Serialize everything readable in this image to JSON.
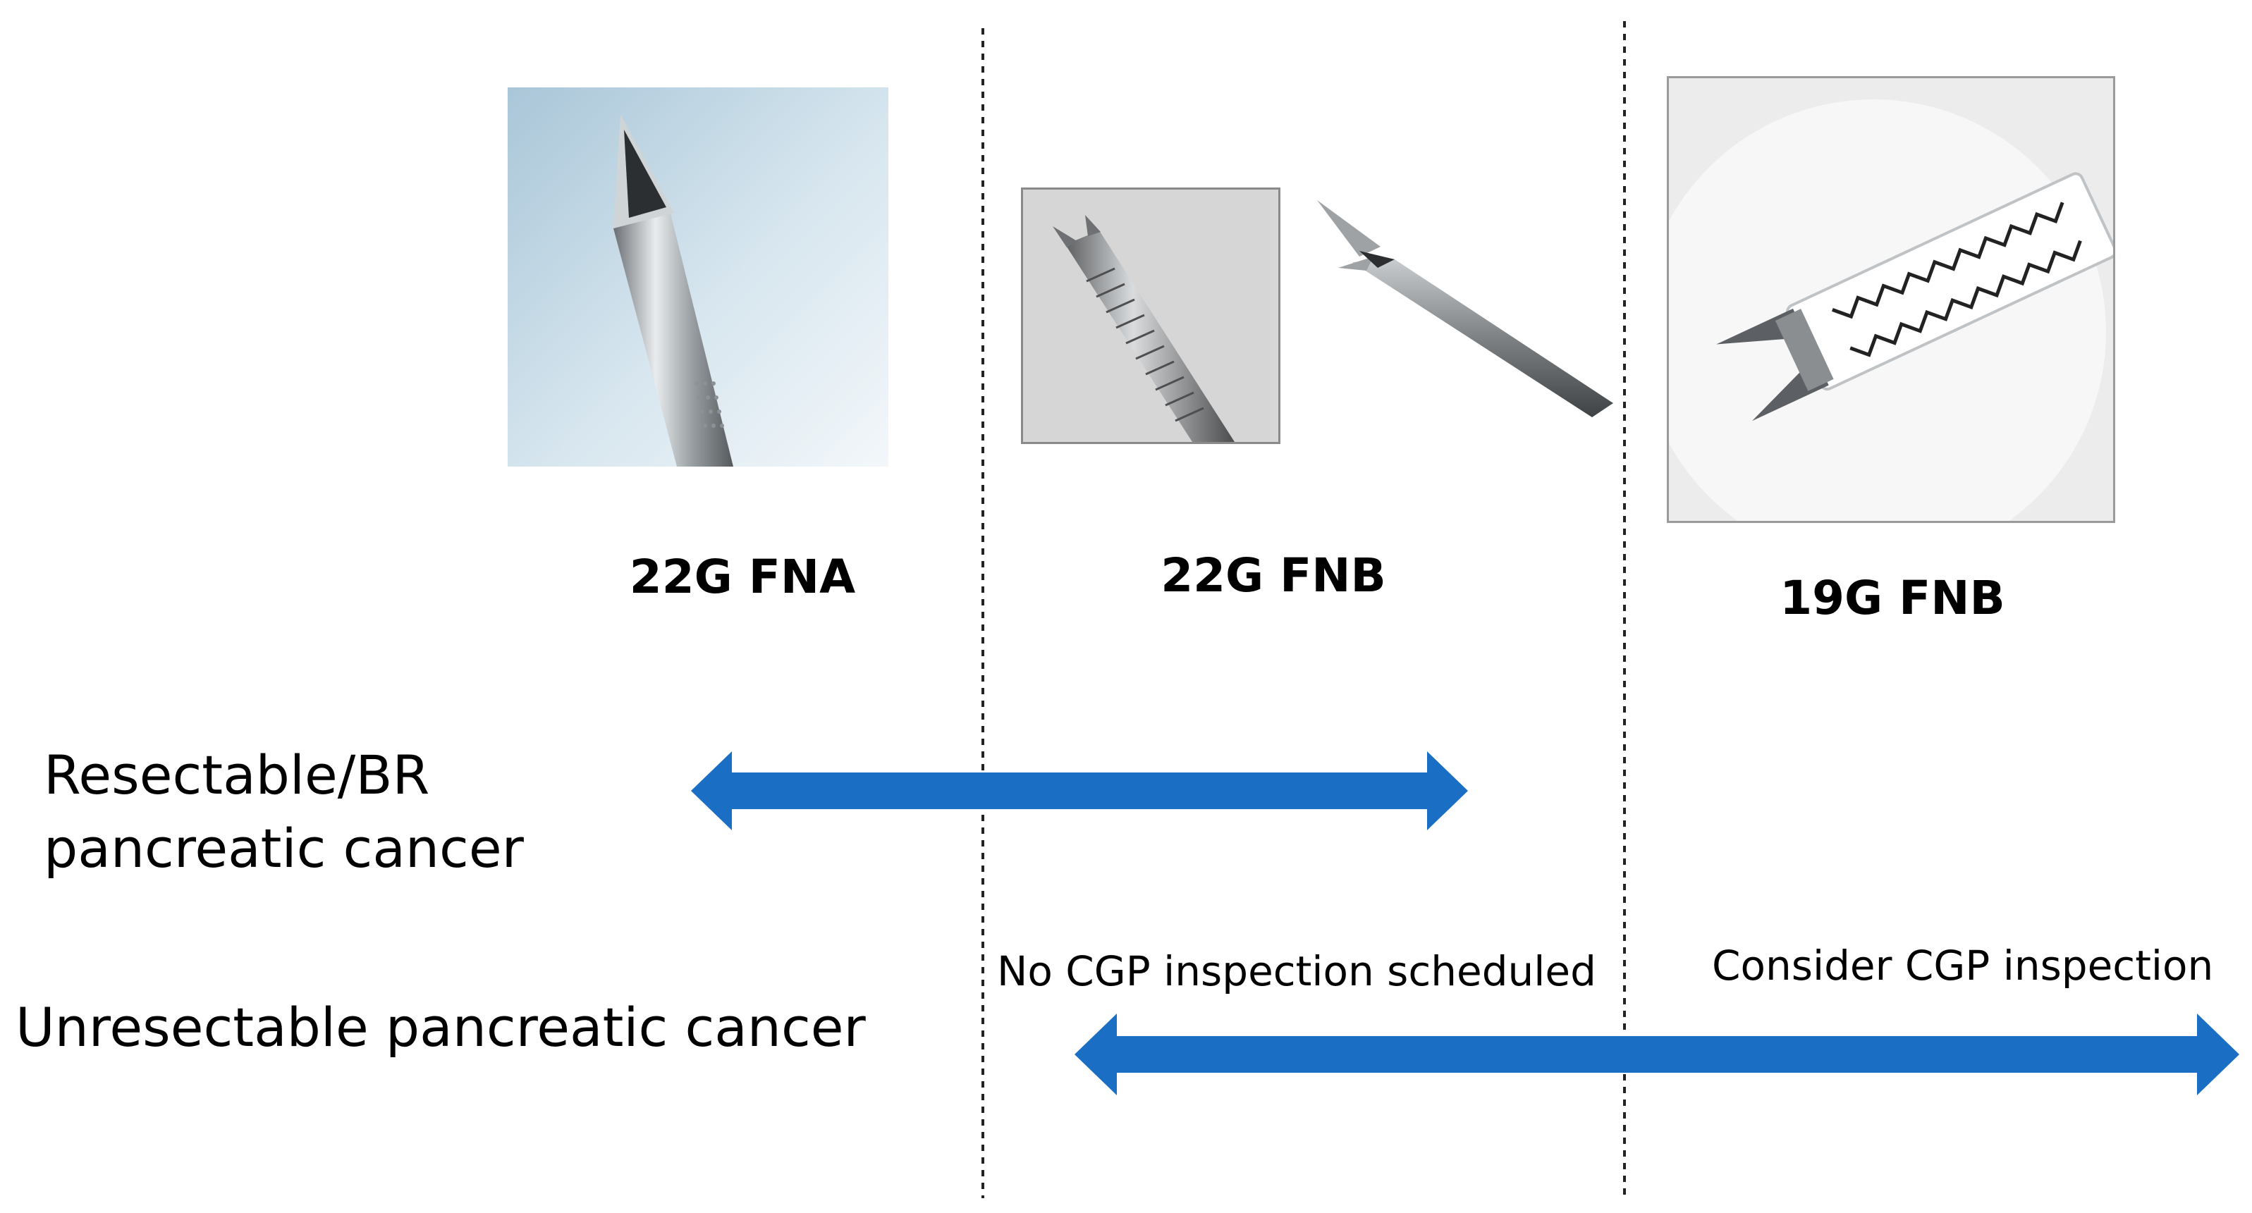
{
  "needles": [
    {
      "label": "22G FNA"
    },
    {
      "label": "22G FNB"
    },
    {
      "label": "19G FNB"
    }
  ],
  "rows": [
    {
      "label_line1": "Resectable/BR",
      "label_line2": "pancreatic cancer"
    },
    {
      "label": "Unresectable pancreatic cancer"
    }
  ],
  "notes": {
    "no_cgp": "No CGP inspection scheduled",
    "consider_cgp": "Consider CGP inspection"
  },
  "colors": {
    "arrow": "#1a6fc4",
    "divider": "#222222"
  }
}
